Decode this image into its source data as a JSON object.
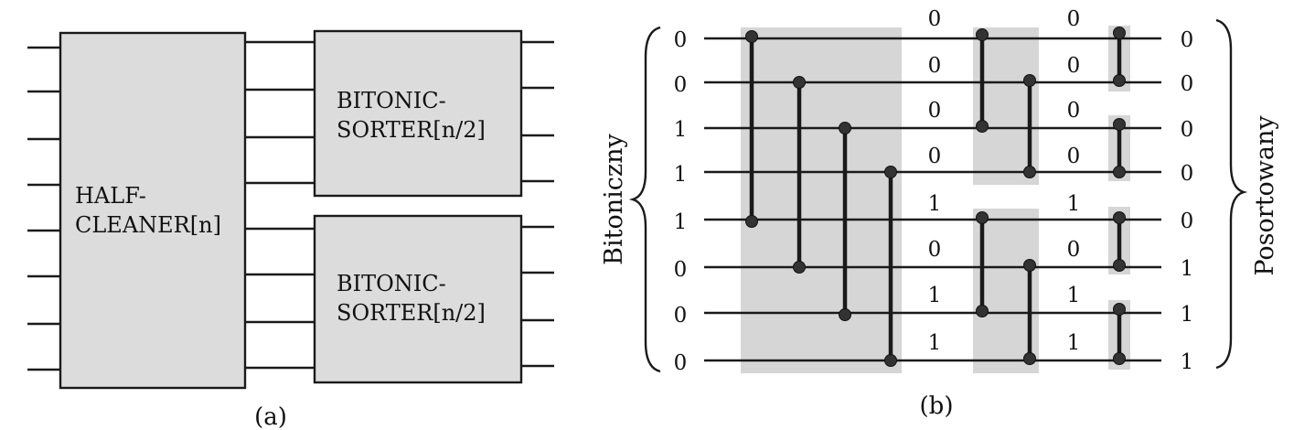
{
  "panel_a": {
    "half_cleaner": {
      "line1": "HALF-",
      "line2": "CLEANER[n]"
    },
    "sorter_top": {
      "line1": "BITONIC-",
      "line2": "SORTER[n/2]"
    },
    "sorter_bottom": {
      "line1": "BITONIC-",
      "line2": "SORTER[n/2]"
    },
    "caption": "(a)"
  },
  "panel_b": {
    "input_label": "Bitoniczny",
    "output_label": "Posortowany",
    "inputs": [
      "0",
      "0",
      "1",
      "1",
      "1",
      "0",
      "0",
      "0"
    ],
    "stage1": [
      "0",
      "0",
      "0",
      "0",
      "1",
      "0",
      "1",
      "1"
    ],
    "stage2": [
      "0",
      "0",
      "0",
      "0",
      "1",
      "0",
      "1",
      "1"
    ],
    "outputs": [
      "0",
      "0",
      "0",
      "0",
      "0",
      "1",
      "1",
      "1"
    ],
    "caption": "(b)"
  }
}
